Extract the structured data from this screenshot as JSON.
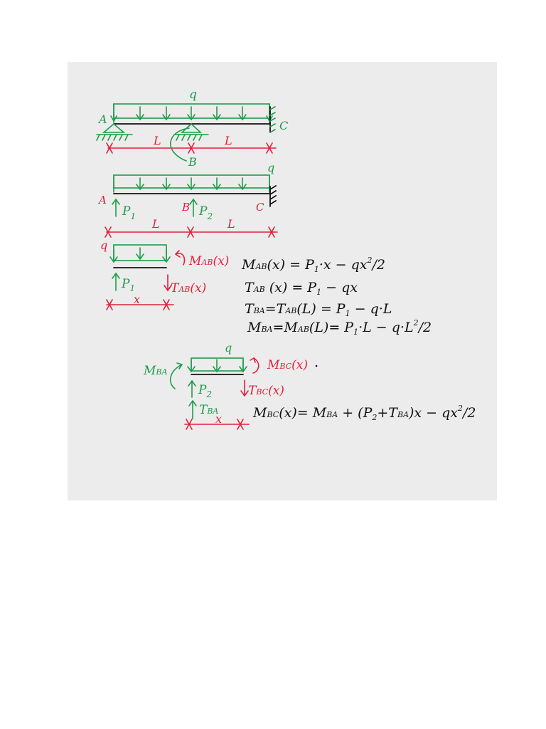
{
  "labels": {
    "q1": "q",
    "A1": "A",
    "C1": "C",
    "L1": "L",
    "L2": "L",
    "B1": "B",
    "q2": "q",
    "A2": "A",
    "P1a": "P",
    "P1a_sub": "1",
    "B2": "B",
    "P2a": "P",
    "P2a_sub": "2",
    "C2": "C",
    "L3": "L",
    "L4": "L",
    "q3": "q",
    "MABx": "M",
    "MABx_sub": "AB",
    "MABx_arg": "(x)",
    "P1b": "P",
    "P1b_sub": "1",
    "TABx": "T",
    "TABx_sub": "AB",
    "TABx_arg": "(x)",
    "x1": "x",
    "q4": "q",
    "MBA": "M",
    "MBA_sub": "BA",
    "MBCx": "M",
    "MBCx_sub": "BC",
    "MBCx_arg": "(x)",
    "P2b": "P",
    "P2b_sub": "2",
    "TBCx": "T",
    "TBCx_sub": "BC",
    "TBCx_arg": "(x)",
    "TBA": "T",
    "TBA_sub": "BA",
    "x2": "x"
  },
  "equations": [
    "MAB(x) = P1·x − qx²/2",
    "TAB(x) = P1 − qx",
    "TBA = TAB(L) = P1 − q·L",
    "MBA = MAB(L) = P1·L − q·L²/2",
    "MBC(x) = MBA + (P2+TBA)x − qx²/2"
  ],
  "colors": {
    "load": "#1f9c4b",
    "annotation": "#e0203a",
    "beam": "#111111",
    "board": "#ececec"
  }
}
